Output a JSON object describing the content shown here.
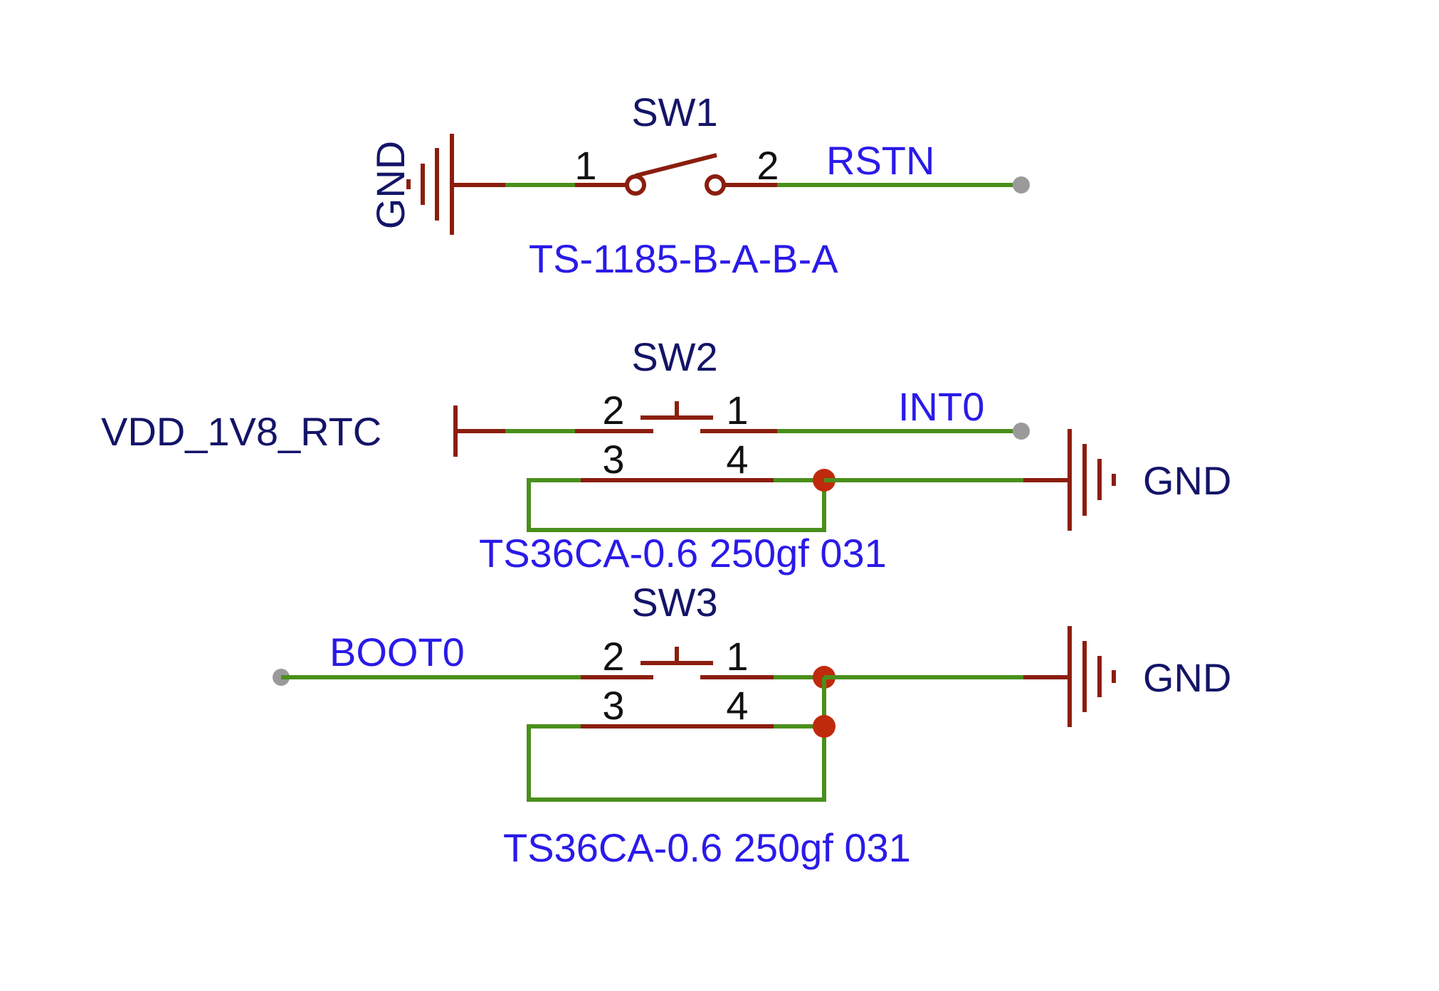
{
  "sw1": {
    "ref": "SW1",
    "value": "TS-1185-B-A-B-A",
    "pin_left": "1",
    "pin_right": "2",
    "net": "RSTN",
    "power": "GND"
  },
  "sw2": {
    "ref": "SW2",
    "value": "TS36CA-0.6 250gf 031",
    "pin_tl": "2",
    "pin_tr": "1",
    "pin_bl": "3",
    "pin_br": "4",
    "net": "INT0",
    "supply": "VDD_1V8_RTC",
    "power": "GND"
  },
  "sw3": {
    "ref": "SW3",
    "value": "TS36CA-0.6 250gf 031",
    "pin_tl": "2",
    "pin_tr": "1",
    "pin_bl": "3",
    "pin_br": "4",
    "net": "BOOT0",
    "power": "GND"
  },
  "colors": {
    "wire": "#4a8f1c",
    "pin": "#8b1e0e",
    "junction": "#c02a0c",
    "reference_text": "#141468",
    "value_text": "#2a1ae8"
  }
}
